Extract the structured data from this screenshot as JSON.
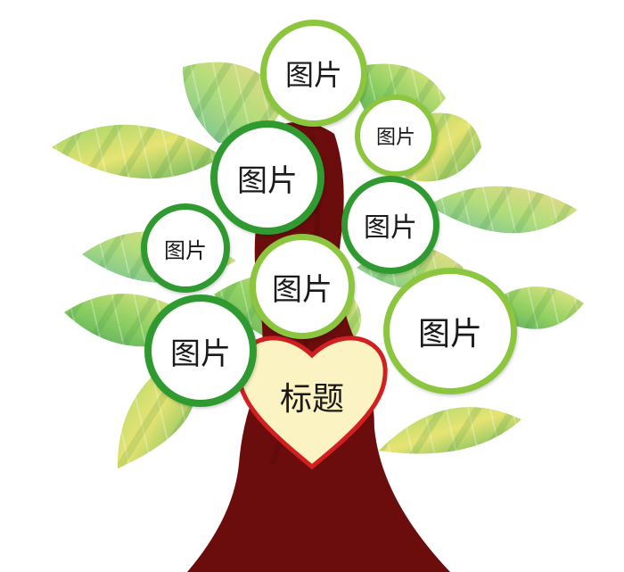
{
  "title": "标题",
  "photos": [
    {
      "id": "top",
      "label": "图片"
    },
    {
      "id": "upper-right-small",
      "label": "图片"
    },
    {
      "id": "upper-left",
      "label": "图片"
    },
    {
      "id": "middle-right",
      "label": "图片"
    },
    {
      "id": "left-small",
      "label": "图片"
    },
    {
      "id": "center",
      "label": "图片"
    },
    {
      "id": "lower-left",
      "label": "图片"
    },
    {
      "id": "lower-right",
      "label": "图片"
    }
  ],
  "colors": {
    "trunk": "#6b0d0d",
    "ring_dark": "#2f9a2f",
    "ring_light": "#8cc63e",
    "heart_border": "#d21f1f",
    "heart_fill": "#fbf3c2",
    "leaf_green": "#7fc454",
    "leaf_yellow": "#e9e46b"
  }
}
